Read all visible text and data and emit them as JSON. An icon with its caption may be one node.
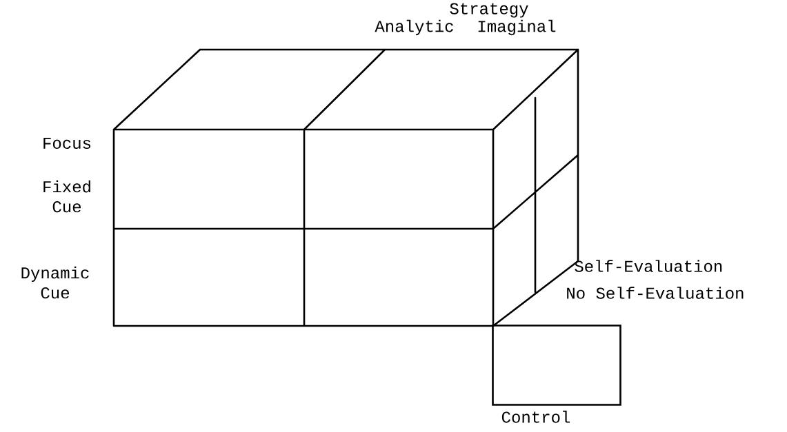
{
  "diagram": {
    "nodes": [
      {
        "text": [
          "Control"
        ]
      }
    ],
    "labels": [
      "Strategy",
      "Analytic",
      "Imaginal",
      "Focus",
      "Fixed Cue",
      "Dynamic Cue",
      "Self-Evaluation",
      "No Self-Evaluation"
    ]
  }
}
